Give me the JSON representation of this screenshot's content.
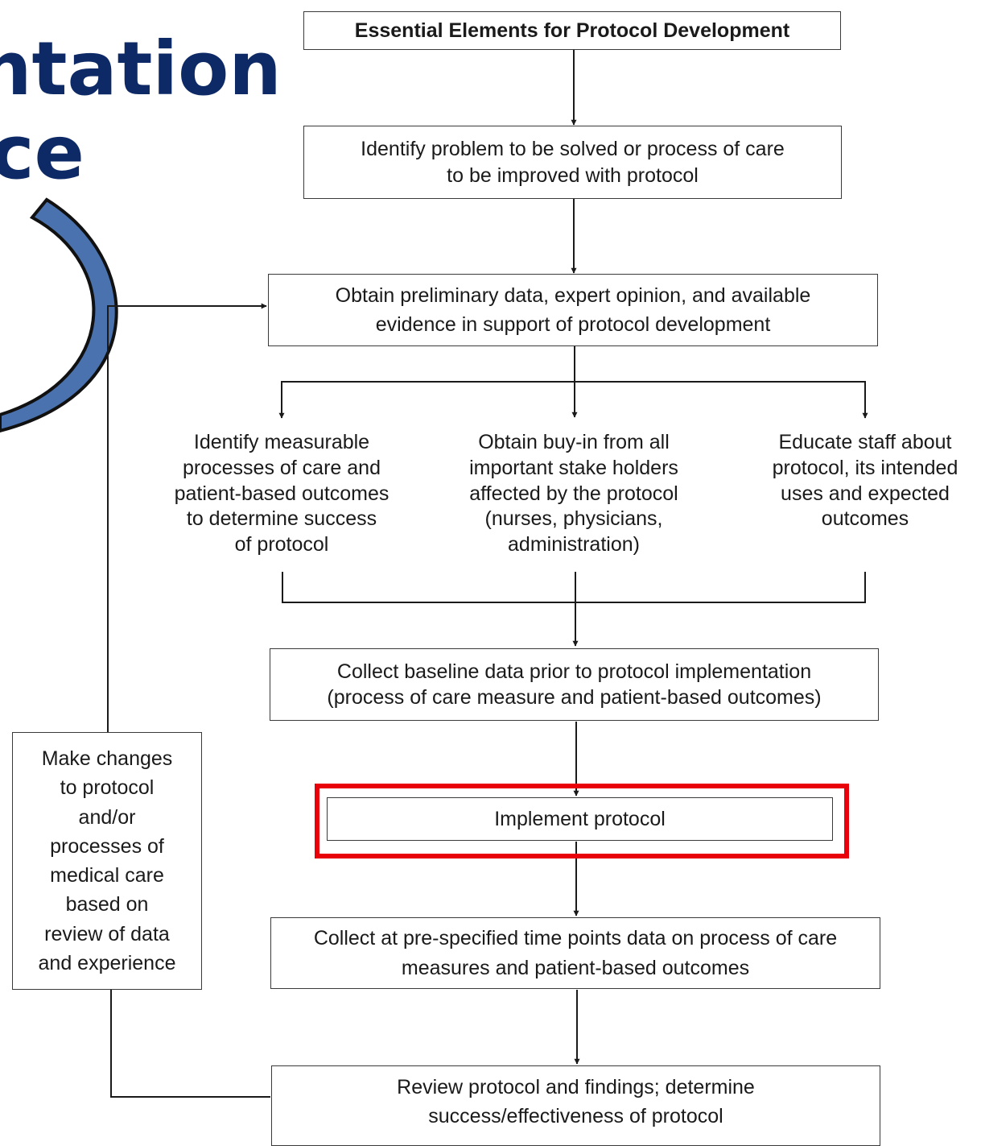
{
  "slide": {
    "title_line1": "ntation",
    "title_line2": "ce"
  },
  "flowchart": {
    "header": "Essential Elements for Protocol Development",
    "step_identify_problem": "Identify problem to be solved or process of care\nto be improved with protocol",
    "step_obtain_data": "Obtain preliminary data, expert opinion, and available\nevidence in support of protocol development",
    "branch_measurable": "Identify measurable\nprocesses of care and\npatient-based outcomes\nto determine success\nof protocol",
    "branch_buy_in": "Obtain buy-in from all\nimportant stake holders\naffected by the protocol\n(nurses, physicians,\nadministration)",
    "branch_educate": "Educate staff about\nprotocol, its intended\nuses and expected\noutcomes",
    "step_baseline": "Collect baseline data prior to protocol implementation\n(process of care measure and patient-based outcomes)",
    "step_implement": "Implement protocol",
    "step_collect_timepoints": "Collect at pre-specified time points data on process of care\nmeasures and patient-based outcomes",
    "step_review": "Review protocol and findings; determine\nsuccess/effectiveness of protocol",
    "feedback_make_changes": "Make changes\nto protocol\nand/or\nprocesses of\nmedical care\nbased on\nreview of data\nand experience"
  },
  "colors": {
    "title": "#0e2a66",
    "highlight": "#e8000b",
    "arc_fill": "#4a72ae",
    "arc_stroke": "#111111",
    "line": "#1a1a1a"
  }
}
